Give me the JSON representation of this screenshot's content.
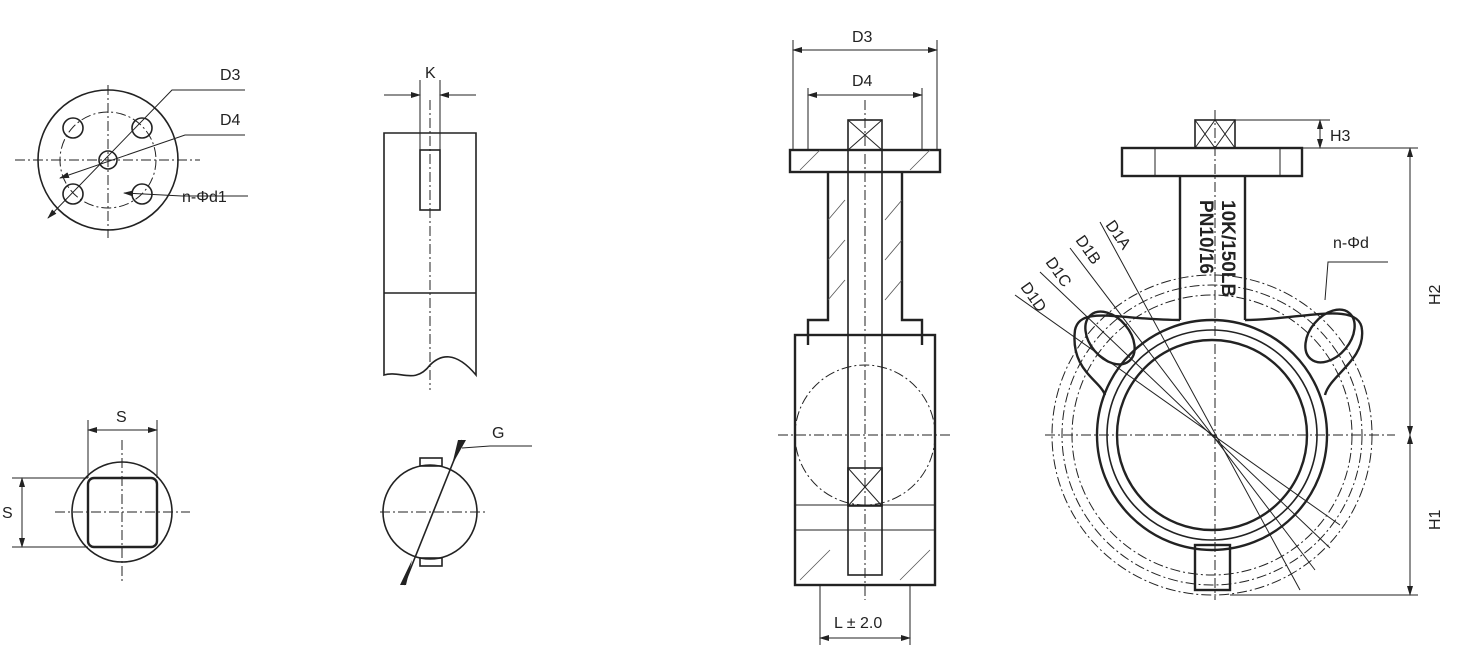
{
  "top_flange_view": {
    "d3": "D3",
    "d4": "D4",
    "holes": "n-Φd1"
  },
  "stem_side_view": {
    "k": "K"
  },
  "square_shaft_view": {
    "s_top": "S",
    "s_left": "S"
  },
  "key_shaft_view": {
    "g": "G"
  },
  "section_view": {
    "d3": "D3",
    "d4": "D4",
    "length": "L ± 2.0"
  },
  "front_view": {
    "h3": "H3",
    "h2": "H2",
    "h1": "H1",
    "holes": "n-Φd",
    "marking_1": "10K/150LB",
    "marking_2": "PN10/16",
    "d1a": "D1A",
    "d1b": "D1B",
    "d1c": "D1C",
    "d1d": "D1D"
  }
}
